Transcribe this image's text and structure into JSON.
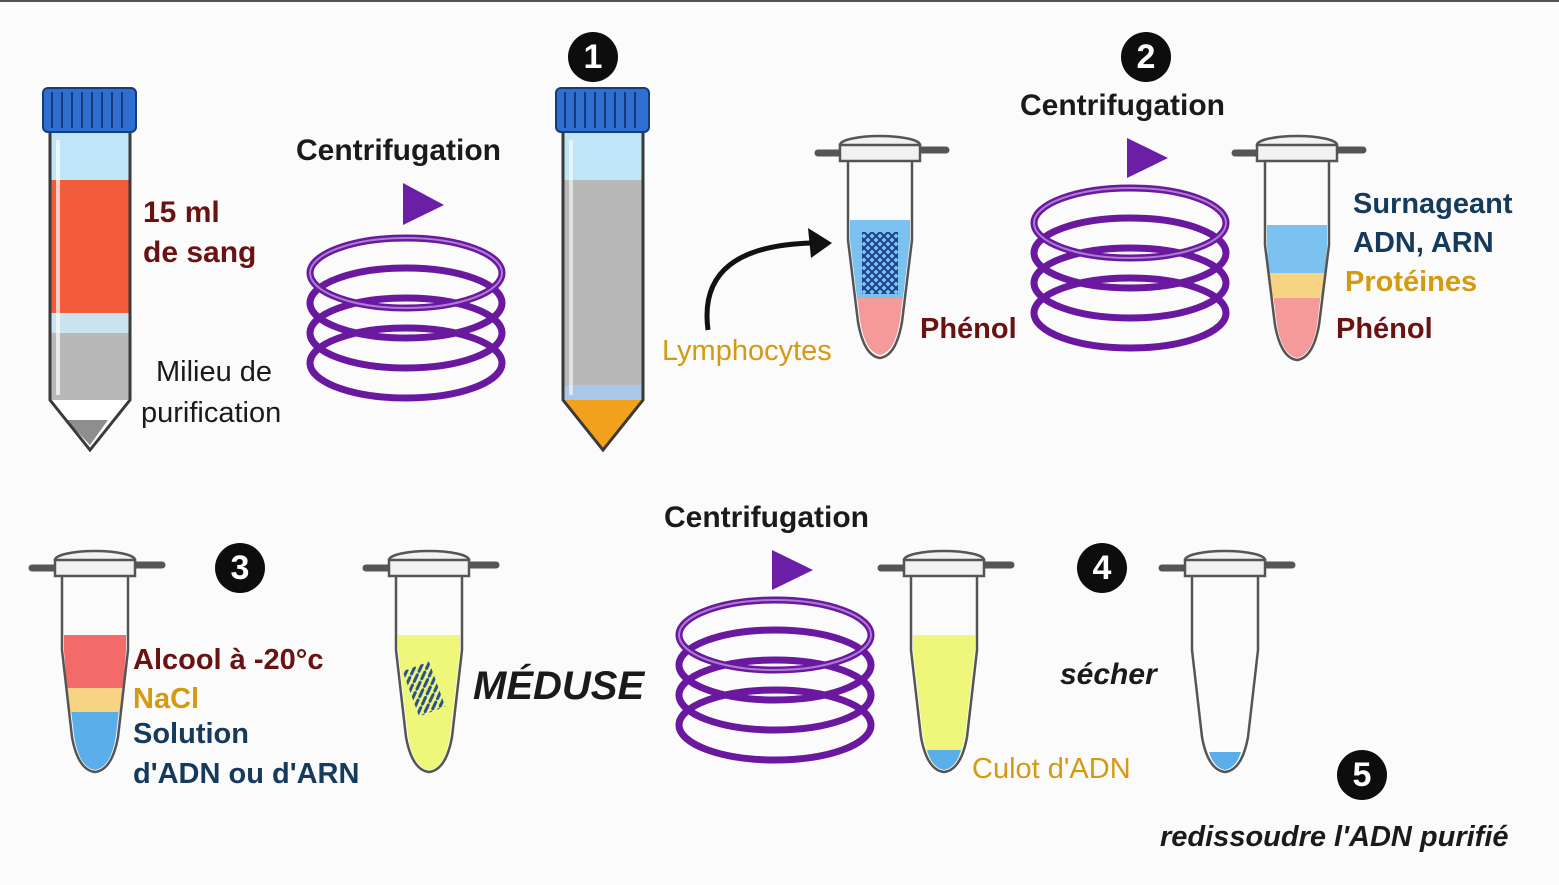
{
  "colors": {
    "dark_red": "#6a1212",
    "navy": "#163a5c",
    "orange_text": "#d39a12",
    "black_text": "#1a1a1a",
    "spiral": "#6a18a0",
    "arrow_purple": "#6a1fa6",
    "tube_cap_blue": "#2f6fd0",
    "tube_light_blue": "#9fdaf6",
    "blood_red": "#f25c3a",
    "grey_medium": "#b7b7b7",
    "lympho_orange": "#f1a11c",
    "phenol_pink": "#f59a9a",
    "protein_yellow": "#f7d384",
    "ethanol_yellow": "#eef77a",
    "dna_blue": "#5aaee9"
  },
  "steps": [
    "1",
    "2",
    "3",
    "4",
    "5"
  ],
  "labels": {
    "centrifugation_1": "Centrifugation",
    "centrifugation_2": "Centrifugation",
    "centrifugation_3": "Centrifugation",
    "blood_line1": "15 ml",
    "blood_line2": "de sang",
    "milieu_line1": "Milieu de",
    "milieu_line2": "purification",
    "lymphocytes": "Lymphocytes",
    "phenol_1": "Phénol",
    "surnageant": "Surnageant",
    "adn_arn": "ADN, ARN",
    "proteines": "Protéines",
    "phenol_2": "Phénol",
    "alcool": "Alcool à -20°c",
    "nacl": "NaCl",
    "solution_line1": "Solution",
    "solution_line2": "d'ADN ou d'ARN",
    "meduse": "MÉDUSE",
    "secher": "sécher",
    "culot": "Culot d'ADN",
    "redissoudre": "redissoudre l'ADN purifié"
  },
  "icons": {
    "spiral": "centrifuge-spiral-icon",
    "arrow": "curved-arrow-icon",
    "large_tube": "falcon-tube-icon",
    "small_tube": "eppendorf-tube-icon"
  }
}
